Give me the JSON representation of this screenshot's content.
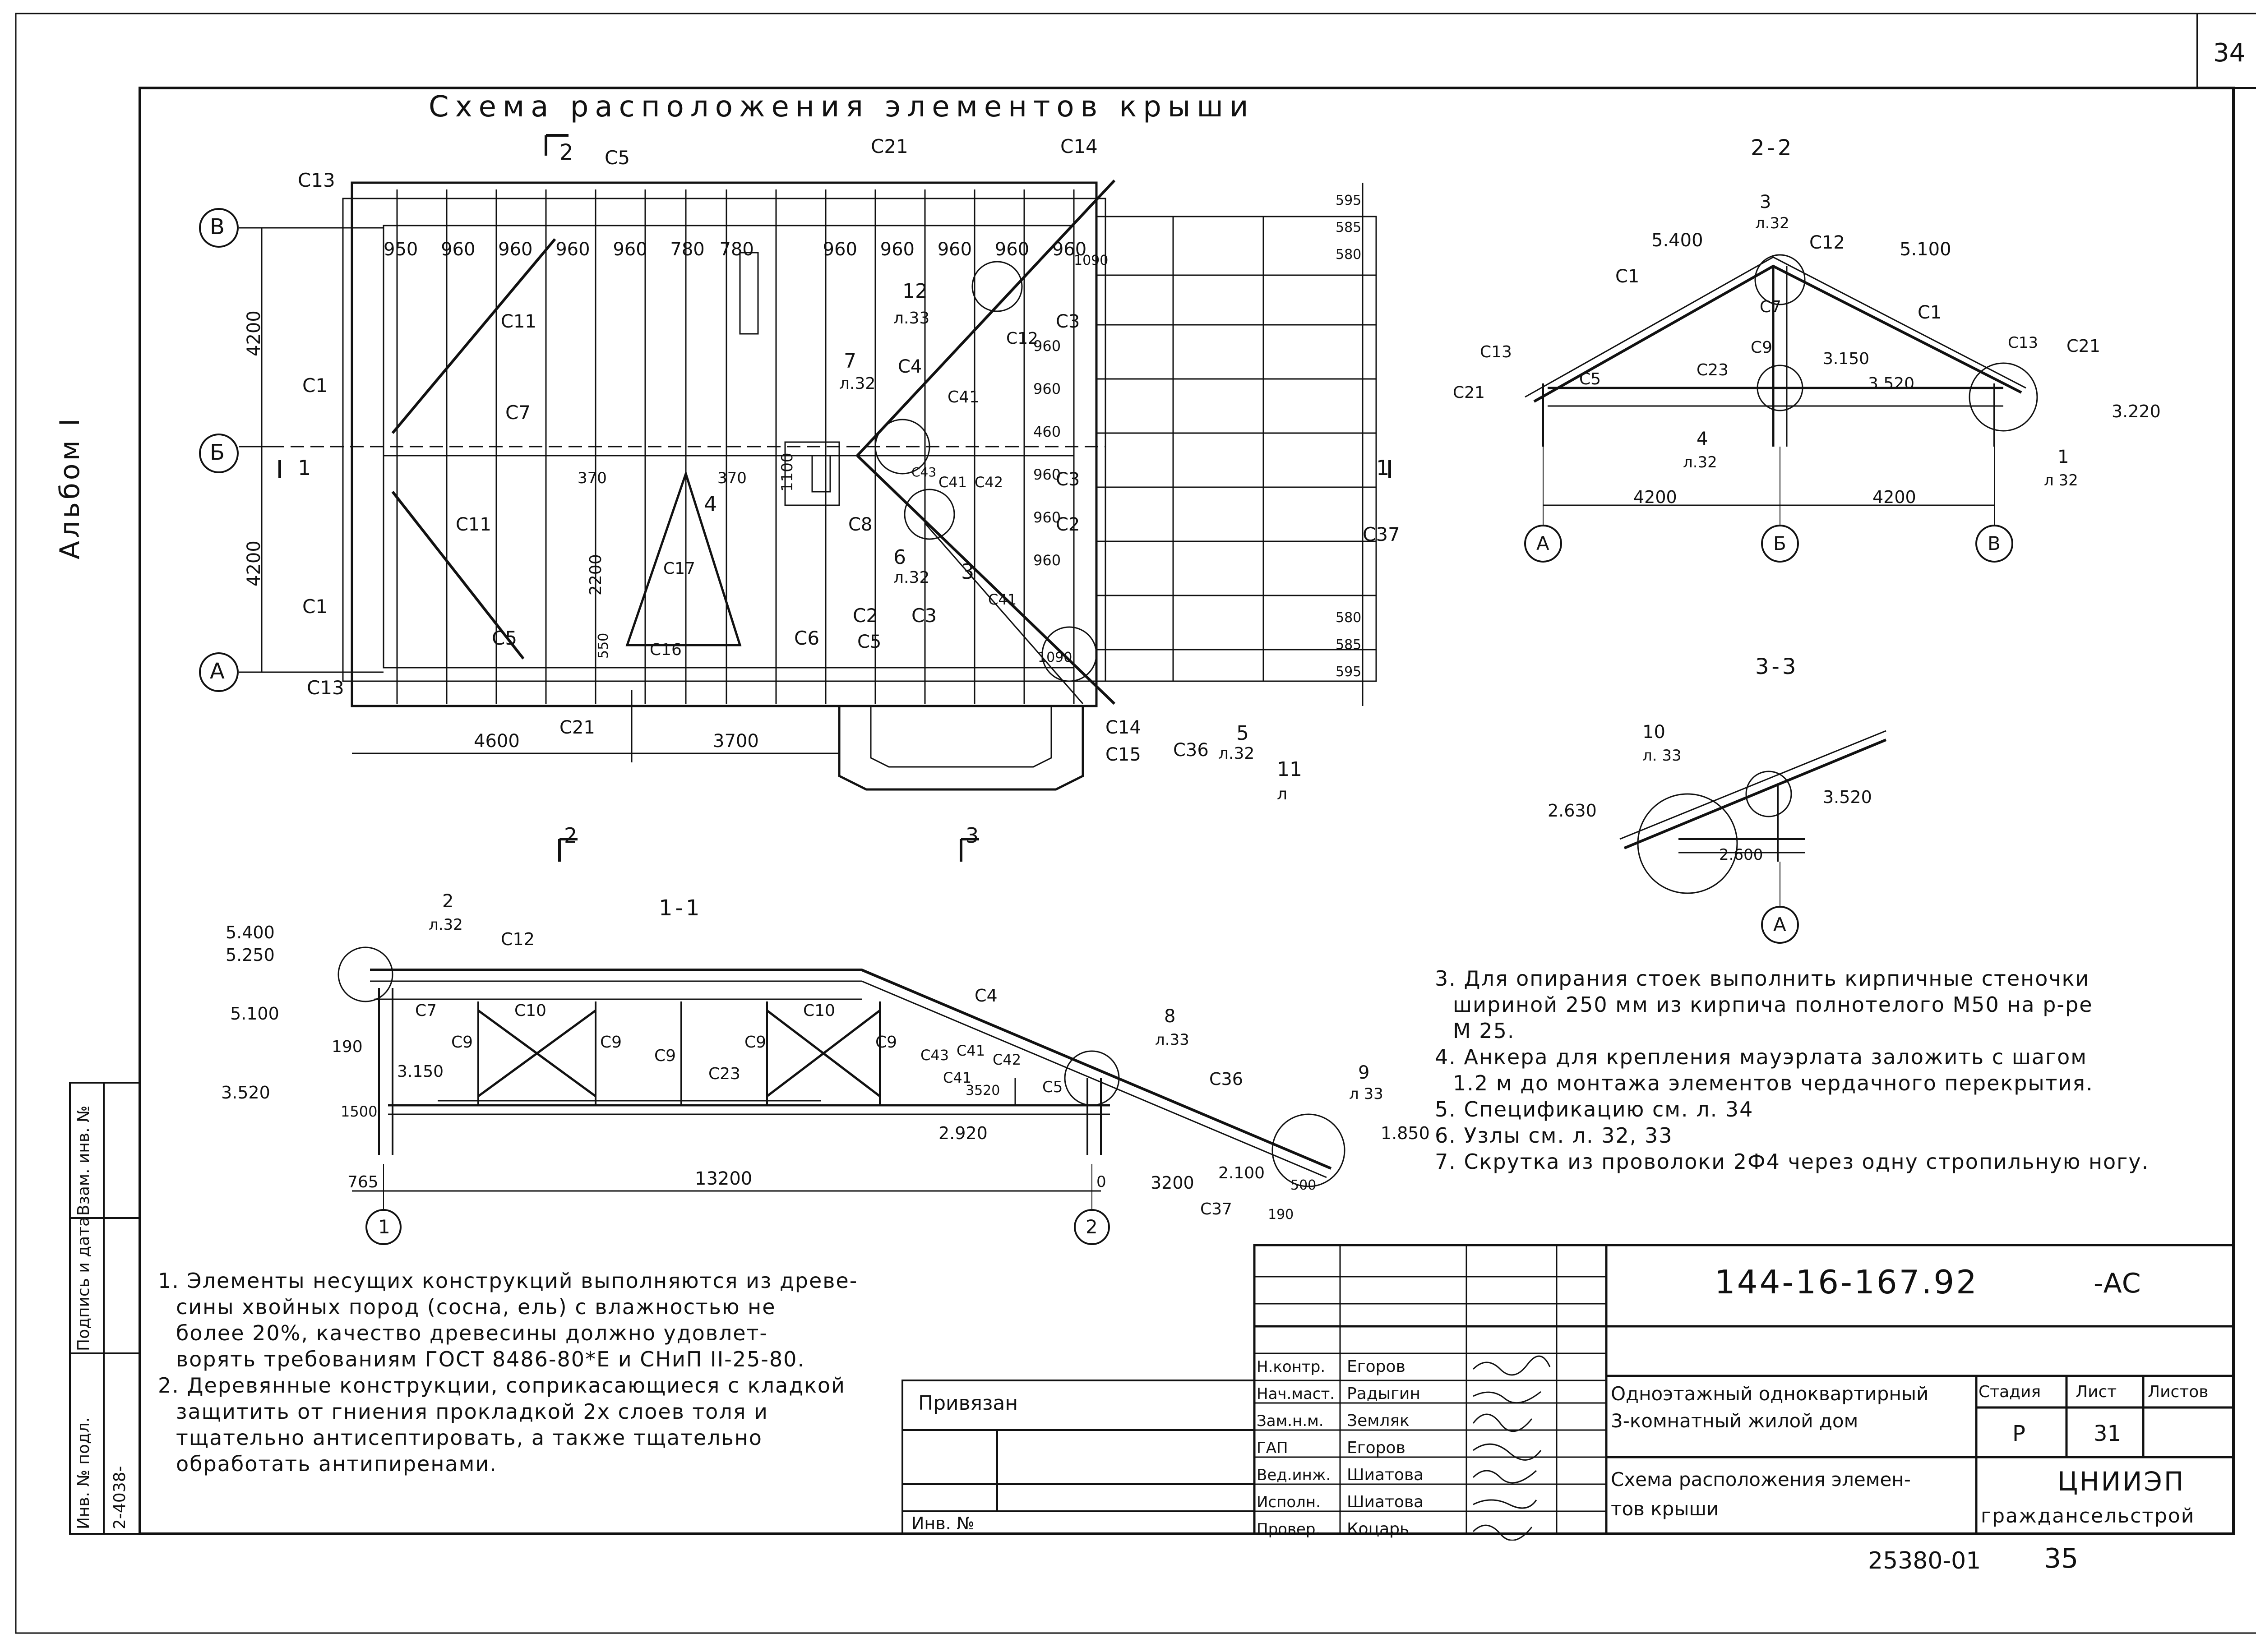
{
  "sheet_number": "34",
  "album": "Альбом I",
  "title": "Схема расположения элементов крыши",
  "plan": {
    "axis_b": "В",
    "axis_bv": "Б",
    "axis_a": "А",
    "dims_top": [
      "950",
      "960",
      "960",
      "960",
      "960",
      "780",
      "780",
      "960",
      "960",
      "960",
      "960",
      "960"
    ],
    "dim_4200_upper": "4200",
    "dim_4200_lower": "4200",
    "dim_4600": "4600",
    "dim_3700": "3700",
    "dim_370_left": "370",
    "dim_370_right": "370",
    "dim_2200": "2200",
    "dim_1100": "1100",
    "dim_550": "550",
    "dims_right_upper": [
      "595",
      "585",
      "580"
    ],
    "dims_right_lower": [
      "580",
      "585",
      "595"
    ],
    "dims_center_col": [
      "960",
      "960",
      "460",
      "960",
      "960",
      "960"
    ],
    "dim_1090_top": "1090",
    "dim_1090_bottom": "1090",
    "labels": {
      "c13_top": "С13",
      "c13_bottom": "С13",
      "c5_top": "С5",
      "c21_top": "С21",
      "c14_top": "С14",
      "c11_upper": "С11",
      "c11_lower": "С11",
      "c1_upper": "С1",
      "c1_lower": "С1",
      "c7": "С7",
      "c17": "С17",
      "c16": "С16",
      "c5_bottom": "С5",
      "c6": "С6",
      "c2": "С2",
      "c5_mid": "С5",
      "c3_bottom": "С3",
      "c8": "С8",
      "c4": "С4",
      "c41_a": "С41",
      "c41_b": "С41",
      "c41_c": "С41",
      "c42": "С42",
      "c12": "С12",
      "c3_right_a": "С3",
      "c3_right_b": "С3",
      "c2_right": "С2",
      "c37": "С37",
      "c36": "С36",
      "c14_bottom": "С14",
      "c15": "С15",
      "c21_bottom": "С21",
      "c43": "С43",
      "c12_node": "С12"
    },
    "cut_2": "2",
    "cut_1": "1",
    "cut_3": "3",
    "cut_4": "4",
    "node_7": "7",
    "node_7_sheet": "л.32",
    "node_12": "12",
    "node_12_sheet": "л.33",
    "node_6": "6",
    "node_6_sheet": "л.32",
    "node_5": "5",
    "node_5_sheet": "л.32",
    "node_11": "11",
    "node_11_sheet": "л"
  },
  "section_22": {
    "title": "2-2",
    "node_3": "3",
    "node_3_sheet": "л.32",
    "mark_5400": "5.400",
    "mark_5100": "5.100",
    "mark_3150": "3.150",
    "mark_3520": "3.520",
    "mark_3220": "3.220",
    "c1_left": "С1",
    "c1_right": "С1",
    "c12": "С12",
    "c7": "С7",
    "c9": "С9",
    "c23": "С23",
    "c13_left": "С13",
    "c21_left": "С21",
    "c5": "С5",
    "c13_right": "С13",
    "c21_right": "С21",
    "node_4": "4",
    "node_4_sheet": "л.32",
    "node_1": "1",
    "node_1_sheet": "л 32",
    "dim_left": "4200",
    "dim_right": "4200",
    "axis_a": "А",
    "axis_b": "Б",
    "axis_v": "В"
  },
  "section_33": {
    "title": "3-3",
    "node_10": "10",
    "node_10_sheet": "л. 33",
    "mark_2630": "2.630",
    "mark_3520": "3.520",
    "mark_2600": "2.600",
    "axis_a": "А"
  },
  "cut_marks_below": {
    "cut_2": "2",
    "cut_3": "3"
  },
  "section_11": {
    "title": "1-1",
    "node_2": "2",
    "node_2_sheet": "л.32",
    "mark_5400": "5.400",
    "mark_5250": "5.250",
    "mark_5100": "5.100",
    "mark_3520": "3.520",
    "mark_3150": "3.150",
    "mark_2920": "2.920",
    "mark_1850": "1.850",
    "mark_2100": "2.100",
    "dim_190": "190",
    "dim_1500": "1500",
    "dim_765": "765",
    "dim_13200": "13200",
    "dim_0": "0",
    "dim_3200": "3200",
    "dim_500": "500",
    "dim_190b": "190",
    "dim_3520_small": "3520",
    "c12": "С12",
    "c7": "С7",
    "c10_a": "С10",
    "c10_b": "С10",
    "c9_a": "С9",
    "c9_b": "С9",
    "c9_c": "С9",
    "c9_d": "С9",
    "c9_e": "С9",
    "c23": "С23",
    "c4": "С4",
    "c43": "С43",
    "c41_a": "С41",
    "c42": "С42",
    "c41_b": "С41",
    "c5": "С5",
    "c36": "С36",
    "c37": "С37",
    "node_8": "8",
    "node_8_sheet": "л.33",
    "node_9": "9",
    "node_9_sheet": "л 33",
    "axis_1": "1",
    "axis_2": "2"
  },
  "notes_right": [
    "3. Для опирания стоек выполнить кирпичные стеночки",
    "шириной 250 мм из кирпича полнотелого М50 на р-ре",
    "М 25.",
    "4. Анкера для крепления мауэрлата заложить с шагом",
    "1.2 м до монтажа элементов чердачного перекрытия.",
    "5. Спецификацию см. л. 34",
    "6. Узлы см. л. 32, 33",
    "7. Скрутка из проволоки 2Ф4   через одну стропильную ногу."
  ],
  "notes_left": [
    "1. Элементы несущих конструкций выполняются из древе-",
    "сины хвойных пород (сосна, ель) с влажностью не",
    "более 20%, качество древесины должно удовлет-",
    "ворять требованиям ГОСТ 8486-80*Е и СНиП II-25-80.",
    "2. Деревянные конструкции, соприкасающиеся с кладкой",
    "защитить от гниения прокладкой 2х слоев толя и",
    "тщательно антисептировать, а также тщательно",
    "обработать антипиренами."
  ],
  "side_stamp": {
    "col1": "Инв. № подл.",
    "col2": "Подпись и дата",
    "col3": "Взам. инв. №",
    "inv_value": "2-4038-"
  },
  "privyazan": {
    "label": "Привязан",
    "inv_label": "Инв. №"
  },
  "title_block": {
    "code": "144-16-167.92",
    "suffix": "-АС",
    "roles": [
      "Н.контр.",
      "Нач.маст.",
      "Зам.н.м.",
      "ГАП",
      "Вед.инж.",
      "Исполн.",
      "Провер."
    ],
    "names": [
      "Егоров",
      "Радыгин",
      "Земляк",
      "Егоров",
      "Шиатова",
      "Шиатова",
      "Коцарь"
    ],
    "project_line1": "Одноэтажный одноквартирный",
    "project_line2": "3-комнатный жилой дом",
    "sheet_title_line1": "Схема расположения элемен-",
    "sheet_title_line2": "тов крыши",
    "stage_label": "Стадия",
    "sheet_label": "Лист",
    "sheets_label": "Листов",
    "stage": "Р",
    "sheet": "31",
    "org_line1": "ЦНИИЭП",
    "org_line2": "граждансельстрой"
  },
  "footer_code": "25380-01",
  "footer_page": "35"
}
